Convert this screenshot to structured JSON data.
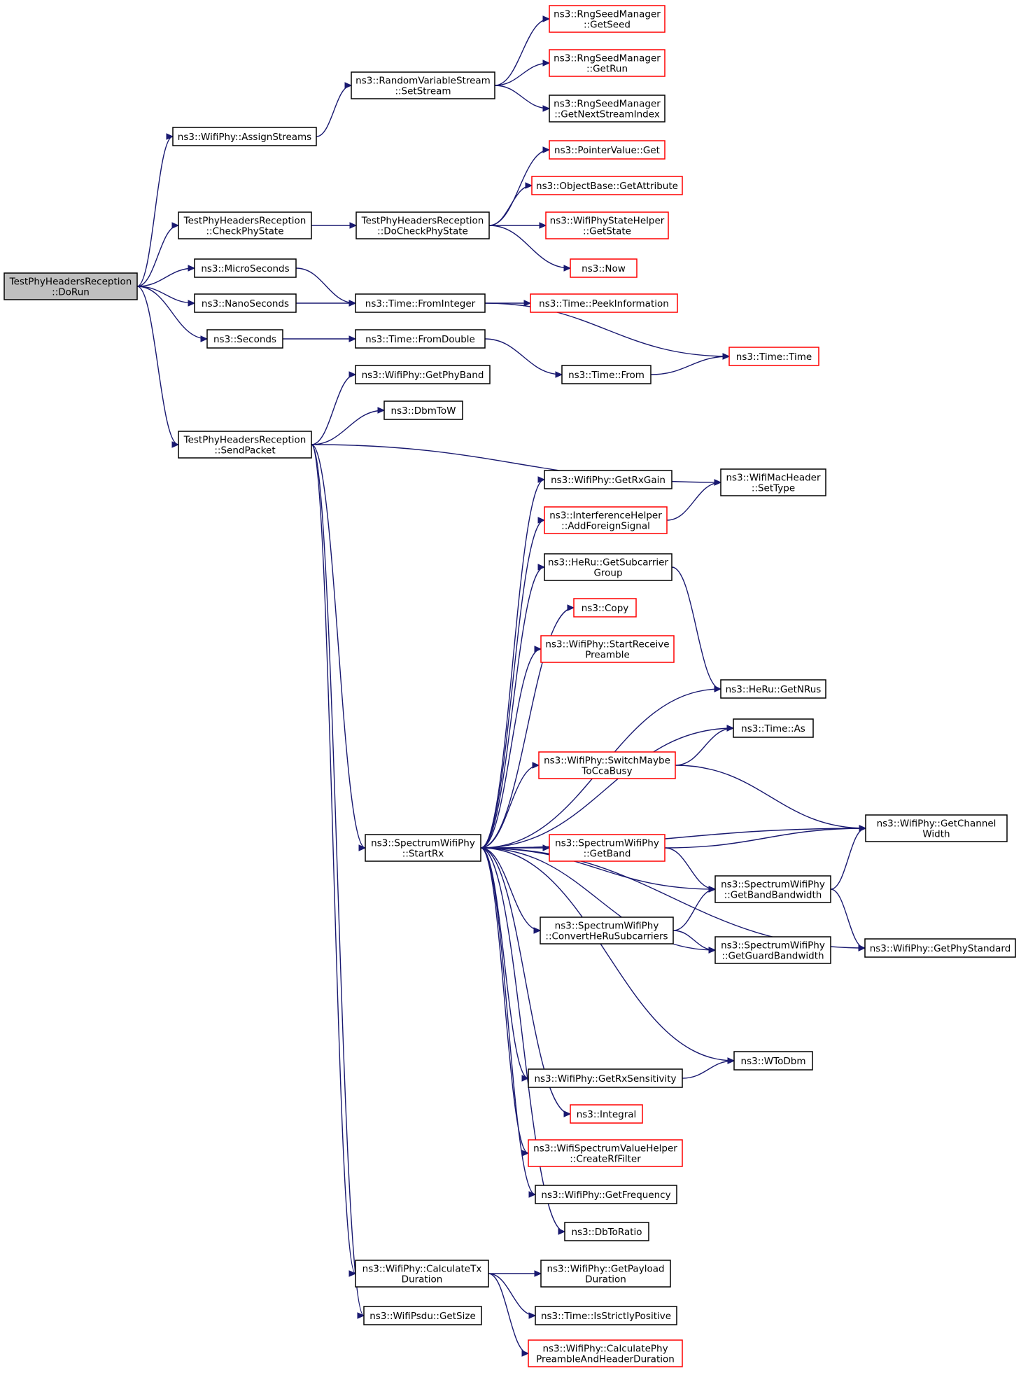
{
  "graph": {
    "root": "n0",
    "nodes": [
      {
        "id": "n0",
        "lines": [
          "TestPhyHeadersReception",
          "::DoRun"
        ],
        "style": "root"
      },
      {
        "id": "n1",
        "lines": [
          "ns3::WifiPhy::AssignStreams"
        ],
        "style": "black"
      },
      {
        "id": "n2",
        "lines": [
          "ns3::RandomVariableStream",
          "::SetStream"
        ],
        "style": "black"
      },
      {
        "id": "n3",
        "lines": [
          "ns3::RngSeedManager",
          "::GetSeed"
        ],
        "style": "red"
      },
      {
        "id": "n4",
        "lines": [
          "ns3::RngSeedManager",
          "::GetRun"
        ],
        "style": "red"
      },
      {
        "id": "n5",
        "lines": [
          "ns3::RngSeedManager",
          "::GetNextStreamIndex"
        ],
        "style": "black"
      },
      {
        "id": "n6",
        "lines": [
          "TestPhyHeadersReception",
          "::CheckPhyState"
        ],
        "style": "black"
      },
      {
        "id": "n7",
        "lines": [
          "TestPhyHeadersReception",
          "::DoCheckPhyState"
        ],
        "style": "black"
      },
      {
        "id": "n8",
        "lines": [
          "ns3::PointerValue::Get"
        ],
        "style": "red"
      },
      {
        "id": "n9",
        "lines": [
          "ns3::ObjectBase::GetAttribute"
        ],
        "style": "red"
      },
      {
        "id": "n10",
        "lines": [
          "ns3::WifiPhyStateHelper",
          "::GetState"
        ],
        "style": "red"
      },
      {
        "id": "n11",
        "lines": [
          "ns3::Now"
        ],
        "style": "red"
      },
      {
        "id": "n12",
        "lines": [
          "ns3::MicroSeconds"
        ],
        "style": "black"
      },
      {
        "id": "n13",
        "lines": [
          "ns3::NanoSeconds"
        ],
        "style": "black"
      },
      {
        "id": "n14",
        "lines": [
          "ns3::Time::FromInteger"
        ],
        "style": "black"
      },
      {
        "id": "n15",
        "lines": [
          "ns3::Time::PeekInformation"
        ],
        "style": "red"
      },
      {
        "id": "n16",
        "lines": [
          "ns3::Seconds"
        ],
        "style": "black"
      },
      {
        "id": "n17",
        "lines": [
          "ns3::Time::FromDouble"
        ],
        "style": "black"
      },
      {
        "id": "n18",
        "lines": [
          "ns3::Time::From"
        ],
        "style": "black"
      },
      {
        "id": "n19",
        "lines": [
          "ns3::Time::Time"
        ],
        "style": "red"
      },
      {
        "id": "n20",
        "lines": [
          "ns3::WifiPhy::GetPhyBand"
        ],
        "style": "black"
      },
      {
        "id": "n21",
        "lines": [
          "ns3::DbmToW"
        ],
        "style": "black"
      },
      {
        "id": "n22",
        "lines": [
          "TestPhyHeadersReception",
          "::SendPacket"
        ],
        "style": "black"
      },
      {
        "id": "n23",
        "lines": [
          "ns3::WifiMacHeader",
          "::SetType"
        ],
        "style": "black"
      },
      {
        "id": "n24",
        "lines": [
          "ns3::WifiPhy::GetRxGain"
        ],
        "style": "black"
      },
      {
        "id": "n25",
        "lines": [
          "ns3::InterferenceHelper",
          "::AddForeignSignal"
        ],
        "style": "red"
      },
      {
        "id": "n26",
        "lines": [
          "ns3::HeRu::GetSubcarrier",
          "Group"
        ],
        "style": "black"
      },
      {
        "id": "n27",
        "lines": [
          "ns3::Copy"
        ],
        "style": "red"
      },
      {
        "id": "n28",
        "lines": [
          "ns3::WifiPhy::StartReceive",
          "Preamble"
        ],
        "style": "red"
      },
      {
        "id": "n29",
        "lines": [
          "ns3::HeRu::GetNRus"
        ],
        "style": "black"
      },
      {
        "id": "n30",
        "lines": [
          "ns3::Time::As"
        ],
        "style": "black"
      },
      {
        "id": "n31",
        "lines": [
          "ns3::WifiPhy::SwitchMaybe",
          "ToCcaBusy"
        ],
        "style": "red"
      },
      {
        "id": "n32",
        "lines": [
          "ns3::WifiPhy::GetChannel",
          "Width"
        ],
        "style": "black"
      },
      {
        "id": "n33",
        "lines": [
          "ns3::SpectrumWifiPhy",
          "::StartRx"
        ],
        "style": "black"
      },
      {
        "id": "n34",
        "lines": [
          "ns3::SpectrumWifiPhy",
          "::GetBand"
        ],
        "style": "red"
      },
      {
        "id": "n35",
        "lines": [
          "ns3::SpectrumWifiPhy",
          "::GetBandBandwidth"
        ],
        "style": "black"
      },
      {
        "id": "n36",
        "lines": [
          "ns3::SpectrumWifiPhy",
          "::ConvertHeRuSubcarriers"
        ],
        "style": "black"
      },
      {
        "id": "n37",
        "lines": [
          "ns3::SpectrumWifiPhy",
          "::GetGuardBandwidth"
        ],
        "style": "black"
      },
      {
        "id": "n38",
        "lines": [
          "ns3::WifiPhy::GetPhyStandard"
        ],
        "style": "black"
      },
      {
        "id": "n39",
        "lines": [
          "ns3::WToDbm"
        ],
        "style": "black"
      },
      {
        "id": "n40",
        "lines": [
          "ns3::WifiPhy::GetRxSensitivity"
        ],
        "style": "black"
      },
      {
        "id": "n41",
        "lines": [
          "ns3::Integral"
        ],
        "style": "red"
      },
      {
        "id": "n42",
        "lines": [
          "ns3::WifiSpectrumValueHelper",
          "::CreateRfFilter"
        ],
        "style": "red"
      },
      {
        "id": "n43",
        "lines": [
          "ns3::WifiPhy::GetFrequency"
        ],
        "style": "black"
      },
      {
        "id": "n44",
        "lines": [
          "ns3::DbToRatio"
        ],
        "style": "black"
      },
      {
        "id": "n45",
        "lines": [
          "ns3::WifiPhy::CalculateTx",
          "Duration"
        ],
        "style": "black"
      },
      {
        "id": "n46",
        "lines": [
          "ns3::WifiPhy::GetPayload",
          "Duration"
        ],
        "style": "black"
      },
      {
        "id": "n47",
        "lines": [
          "ns3::WifiPsdu::GetSize"
        ],
        "style": "black"
      },
      {
        "id": "n48",
        "lines": [
          "ns3::Time::IsStrictlyPositive"
        ],
        "style": "black"
      },
      {
        "id": "n49",
        "lines": [
          "ns3::WifiPhy::CalculatePhy",
          "PreambleAndHeaderDuration"
        ],
        "style": "red"
      }
    ],
    "edges": [
      [
        "n0",
        "n1"
      ],
      [
        "n0",
        "n6"
      ],
      [
        "n0",
        "n12"
      ],
      [
        "n0",
        "n13"
      ],
      [
        "n0",
        "n16"
      ],
      [
        "n0",
        "n22"
      ],
      [
        "n1",
        "n2"
      ],
      [
        "n2",
        "n3"
      ],
      [
        "n2",
        "n4"
      ],
      [
        "n2",
        "n5"
      ],
      [
        "n6",
        "n7"
      ],
      [
        "n7",
        "n8"
      ],
      [
        "n7",
        "n9"
      ],
      [
        "n7",
        "n10"
      ],
      [
        "n7",
        "n11"
      ],
      [
        "n12",
        "n14"
      ],
      [
        "n13",
        "n14"
      ],
      [
        "n14",
        "n15"
      ],
      [
        "n14",
        "n19"
      ],
      [
        "n16",
        "n17"
      ],
      [
        "n17",
        "n18"
      ],
      [
        "n18",
        "n19"
      ],
      [
        "n22",
        "n20"
      ],
      [
        "n22",
        "n21"
      ],
      [
        "n22",
        "n23"
      ],
      [
        "n22",
        "n33"
      ],
      [
        "n22",
        "n45"
      ],
      [
        "n22",
        "n47"
      ],
      [
        "n25",
        "n23"
      ],
      [
        "n26",
        "n29"
      ],
      [
        "n33",
        "n24"
      ],
      [
        "n33",
        "n25"
      ],
      [
        "n33",
        "n26"
      ],
      [
        "n33",
        "n27"
      ],
      [
        "n33",
        "n28"
      ],
      [
        "n33",
        "n29"
      ],
      [
        "n33",
        "n30"
      ],
      [
        "n33",
        "n31"
      ],
      [
        "n33",
        "n32"
      ],
      [
        "n33",
        "n34"
      ],
      [
        "n33",
        "n35"
      ],
      [
        "n33",
        "n36"
      ],
      [
        "n33",
        "n37"
      ],
      [
        "n33",
        "n38"
      ],
      [
        "n33",
        "n39"
      ],
      [
        "n33",
        "n40"
      ],
      [
        "n33",
        "n41"
      ],
      [
        "n33",
        "n42"
      ],
      [
        "n33",
        "n43"
      ],
      [
        "n33",
        "n44"
      ],
      [
        "n31",
        "n30"
      ],
      [
        "n31",
        "n32"
      ],
      [
        "n34",
        "n32"
      ],
      [
        "n34",
        "n35"
      ],
      [
        "n35",
        "n32"
      ],
      [
        "n35",
        "n38"
      ],
      [
        "n36",
        "n35"
      ],
      [
        "n36",
        "n37"
      ],
      [
        "n40",
        "n39"
      ],
      [
        "n45",
        "n46"
      ],
      [
        "n45",
        "n48"
      ],
      [
        "n45",
        "n49"
      ]
    ]
  }
}
